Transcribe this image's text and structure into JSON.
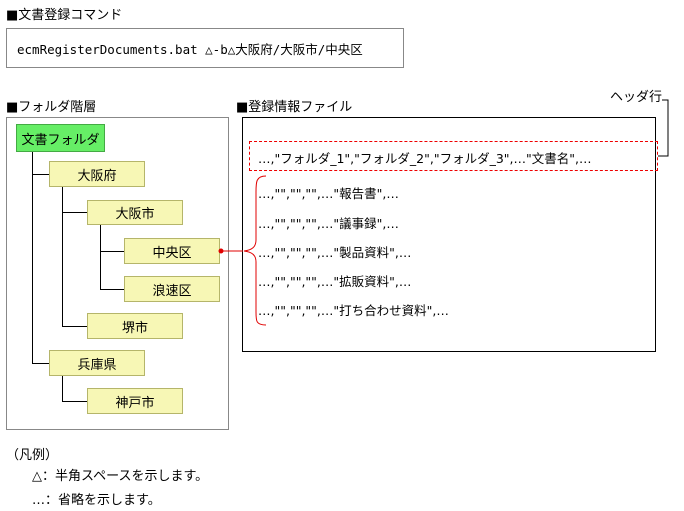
{
  "command_section": {
    "title": "■文書登録コマンド",
    "command": "ecmRegisterDocuments.bat △-b△大阪府/大阪市/中央区"
  },
  "folder_section": {
    "title": "■フォルダ階層",
    "nodes": {
      "root": "文書フォルダ",
      "osaka_fu": "大阪府",
      "osaka_shi": "大阪市",
      "chuo_ku": "中央区",
      "naniwa_ku": "浪速区",
      "sakai_shi": "堺市",
      "hyogo_ken": "兵庫県",
      "kobe_shi": "神戸市"
    }
  },
  "file_section": {
    "title": "■登録情報ファイル",
    "header_callout": "ヘッダ行",
    "header_row": "…,\"フォルダ_1\",\"フォルダ_2\",\"フォルダ_3\",…\"文書名\",…",
    "rows": [
      "…,\"\",\"\",\"\",…\"報告書\",…",
      "…,\"\",\"\",\"\",…\"議事録\",…",
      "…,\"\",\"\",\"\",…\"製品資料\",…",
      "…,\"\",\"\",\"\",…\"拡販資料\",…",
      "…,\"\",\"\",\"\",…\"打ち合わせ資料\",…"
    ]
  },
  "legend": {
    "title": "（凡例）",
    "items": [
      "△：半角スペースを示します。",
      "…：省略を示します。"
    ]
  },
  "colors": {
    "root_fill": "#66ee66",
    "node_fill": "#f7f7b5",
    "connector": "#e00000"
  }
}
